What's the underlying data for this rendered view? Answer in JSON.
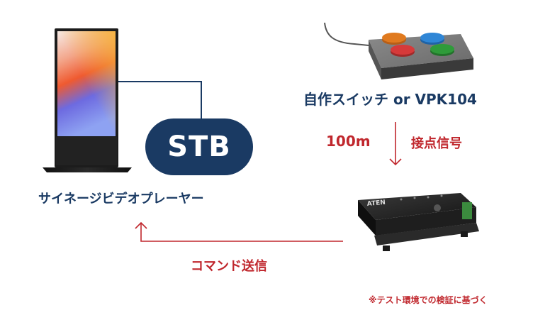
{
  "signage_player_label": "サイネージビデオプレーヤー",
  "stb_label": "STB",
  "switch_label": "自作スイッチ or VPK104",
  "distance_label": "100m",
  "signal_label": "接点信号",
  "command_label": "コマンド送信",
  "device_brand": "ATEN",
  "note": "※テスト環境での検証に基づく",
  "button_colors": [
    "#e07a1f",
    "#2f86d6",
    "#d63a3a",
    "#2f9b3a"
  ],
  "colors": {
    "navy": "#1a3a63",
    "red": "#c0272d"
  }
}
